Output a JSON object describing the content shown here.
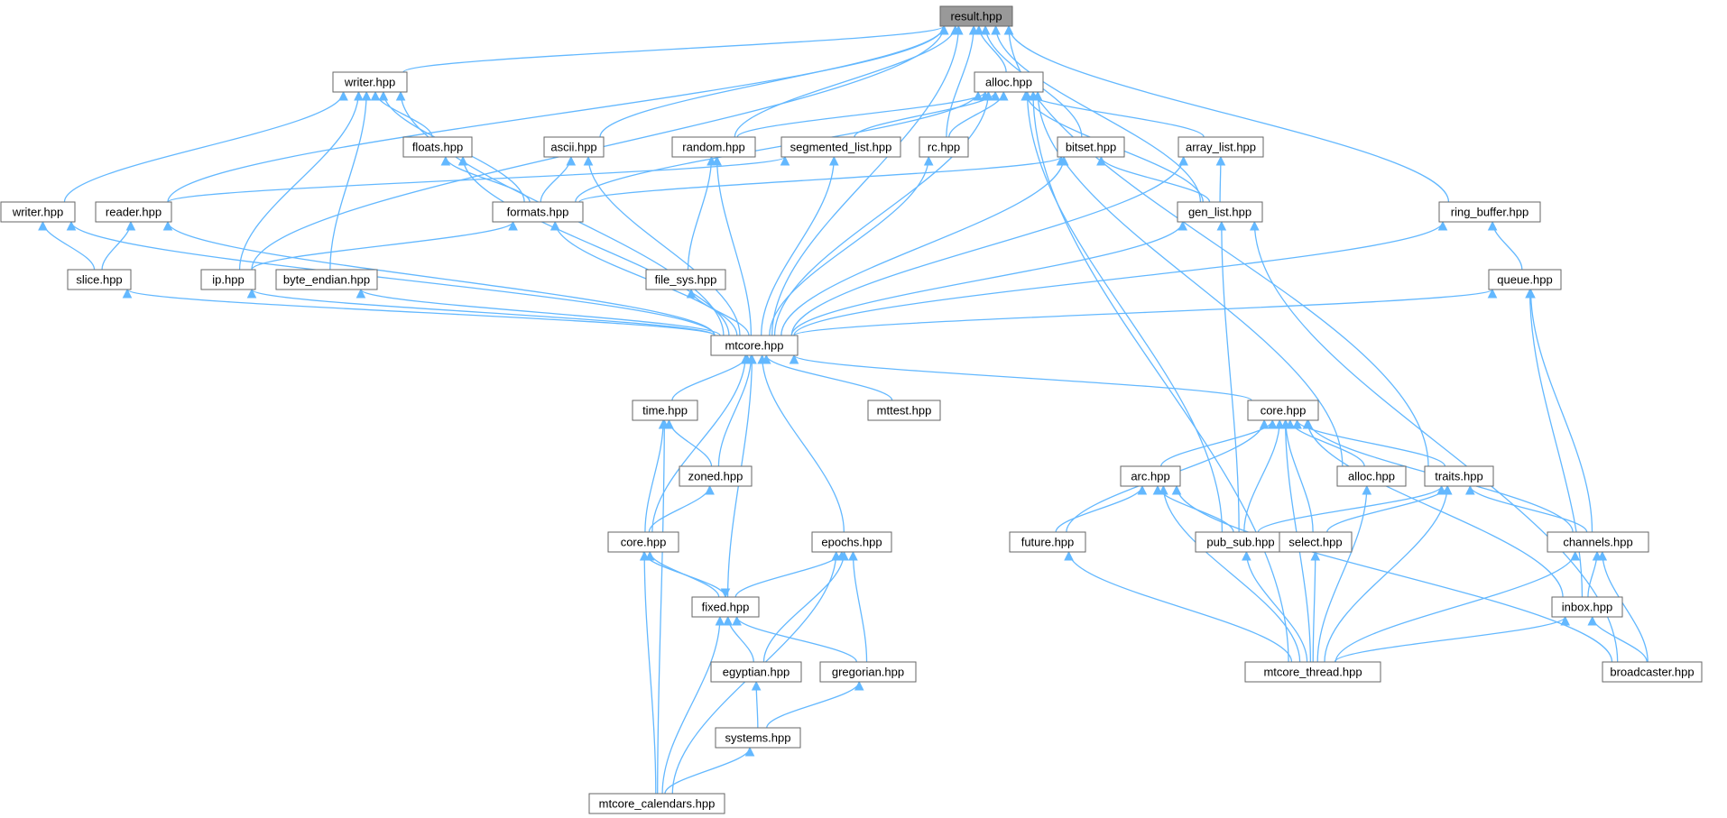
{
  "diagram": {
    "type": "include-dependency-graph",
    "nodes": [
      {
        "id": "result",
        "label": "result.hpp",
        "root": true
      },
      {
        "id": "writer_a",
        "label": "writer.hpp"
      },
      {
        "id": "alloc_a",
        "label": "alloc.hpp"
      },
      {
        "id": "floats",
        "label": "floats.hpp"
      },
      {
        "id": "ascii",
        "label": "ascii.hpp"
      },
      {
        "id": "random",
        "label": "random.hpp"
      },
      {
        "id": "segmented_list",
        "label": "segmented_list.hpp"
      },
      {
        "id": "rc",
        "label": "rc.hpp"
      },
      {
        "id": "bitset",
        "label": "bitset.hpp"
      },
      {
        "id": "array_list",
        "label": "array_list.hpp"
      },
      {
        "id": "writer_b",
        "label": "writer.hpp"
      },
      {
        "id": "reader",
        "label": "reader.hpp"
      },
      {
        "id": "formats",
        "label": "formats.hpp"
      },
      {
        "id": "gen_list",
        "label": "gen_list.hpp"
      },
      {
        "id": "ring_buffer",
        "label": "ring_buffer.hpp"
      },
      {
        "id": "slice",
        "label": "slice.hpp"
      },
      {
        "id": "ip",
        "label": "ip.hpp"
      },
      {
        "id": "byte_endian",
        "label": "byte_endian.hpp"
      },
      {
        "id": "file_sys",
        "label": "file_sys.hpp"
      },
      {
        "id": "queue",
        "label": "queue.hpp"
      },
      {
        "id": "mtcore",
        "label": "mtcore.hpp"
      },
      {
        "id": "time",
        "label": "time.hpp"
      },
      {
        "id": "mttest",
        "label": "mttest.hpp"
      },
      {
        "id": "core_b",
        "label": "core.hpp"
      },
      {
        "id": "zoned",
        "label": "zoned.hpp"
      },
      {
        "id": "arc",
        "label": "arc.hpp"
      },
      {
        "id": "alloc_b",
        "label": "alloc.hpp"
      },
      {
        "id": "traits",
        "label": "traits.hpp"
      },
      {
        "id": "core_a",
        "label": "core.hpp"
      },
      {
        "id": "epochs",
        "label": "epochs.hpp"
      },
      {
        "id": "future",
        "label": "future.hpp"
      },
      {
        "id": "pub_sub",
        "label": "pub_sub.hpp"
      },
      {
        "id": "select",
        "label": "select.hpp"
      },
      {
        "id": "channels",
        "label": "channels.hpp"
      },
      {
        "id": "fixed",
        "label": "fixed.hpp"
      },
      {
        "id": "inbox",
        "label": "inbox.hpp"
      },
      {
        "id": "egyptian",
        "label": "egyptian.hpp"
      },
      {
        "id": "gregorian",
        "label": "gregorian.hpp"
      },
      {
        "id": "mtcore_thread",
        "label": "mtcore_thread.hpp"
      },
      {
        "id": "broadcaster",
        "label": "broadcaster.hpp"
      },
      {
        "id": "systems",
        "label": "systems.hpp"
      },
      {
        "id": "mtcore_calendars",
        "label": "mtcore_calendars.hpp"
      }
    ],
    "edges": [
      [
        "writer_a",
        "result"
      ],
      [
        "alloc_a",
        "result"
      ],
      [
        "ascii",
        "result"
      ],
      [
        "random",
        "result"
      ],
      [
        "rc",
        "result"
      ],
      [
        "bitset",
        "result"
      ],
      [
        "reader",
        "result"
      ],
      [
        "ip",
        "result"
      ],
      [
        "gen_list",
        "result"
      ],
      [
        "ring_buffer",
        "result"
      ],
      [
        "traits",
        "result"
      ],
      [
        "mtcore",
        "result"
      ],
      [
        "writer_b",
        "writer_a"
      ],
      [
        "floats",
        "writer_a"
      ],
      [
        "formats",
        "writer_a"
      ],
      [
        "ip",
        "writer_a"
      ],
      [
        "byte_endian",
        "writer_a"
      ],
      [
        "mtcore",
        "writer_a"
      ],
      [
        "random",
        "alloc_a"
      ],
      [
        "segmented_list",
        "alloc_a"
      ],
      [
        "rc",
        "alloc_a"
      ],
      [
        "array_list",
        "alloc_a"
      ],
      [
        "formats",
        "alloc_a"
      ],
      [
        "gen_list",
        "alloc_a"
      ],
      [
        "alloc_b",
        "alloc_a"
      ],
      [
        "pub_sub",
        "alloc_a"
      ],
      [
        "mtcore",
        "alloc_a"
      ],
      [
        "mtcore_thread",
        "alloc_a"
      ],
      [
        "formats",
        "floats"
      ],
      [
        "mtcore",
        "floats"
      ],
      [
        "formats",
        "ascii"
      ],
      [
        "mtcore",
        "ascii"
      ],
      [
        "file_sys",
        "random"
      ],
      [
        "mtcore",
        "random"
      ],
      [
        "reader",
        "segmented_list"
      ],
      [
        "mtcore",
        "segmented_list"
      ],
      [
        "mtcore",
        "rc"
      ],
      [
        "formats",
        "bitset"
      ],
      [
        "gen_list",
        "bitset"
      ],
      [
        "mtcore",
        "bitset"
      ],
      [
        "gen_list",
        "array_list"
      ],
      [
        "mtcore",
        "array_list"
      ],
      [
        "slice",
        "writer_b"
      ],
      [
        "mtcore",
        "writer_b"
      ],
      [
        "slice",
        "reader"
      ],
      [
        "mtcore",
        "reader"
      ],
      [
        "ip",
        "formats"
      ],
      [
        "mtcore",
        "formats"
      ],
      [
        "mtcore",
        "gen_list"
      ],
      [
        "pub_sub",
        "gen_list"
      ],
      [
        "broadcaster",
        "gen_list"
      ],
      [
        "queue",
        "ring_buffer"
      ],
      [
        "mtcore",
        "ring_buffer"
      ],
      [
        "mtcore",
        "slice"
      ],
      [
        "mtcore",
        "ip"
      ],
      [
        "mtcore",
        "byte_endian"
      ],
      [
        "mtcore",
        "file_sys"
      ],
      [
        "mtcore",
        "queue"
      ],
      [
        "channels",
        "queue"
      ],
      [
        "inbox",
        "queue"
      ],
      [
        "time",
        "mtcore"
      ],
      [
        "mttest",
        "mtcore"
      ],
      [
        "core_b",
        "mtcore"
      ],
      [
        "zoned",
        "mtcore"
      ],
      [
        "core_a",
        "mtcore"
      ],
      [
        "epochs",
        "mtcore"
      ],
      [
        "fixed",
        "mtcore"
      ],
      [
        "zoned",
        "time"
      ],
      [
        "core_a",
        "time"
      ],
      [
        "mtcore_calendars",
        "time"
      ],
      [
        "arc",
        "core_b"
      ],
      [
        "alloc_b",
        "core_b"
      ],
      [
        "traits",
        "core_b"
      ],
      [
        "future",
        "core_b"
      ],
      [
        "pub_sub",
        "core_b"
      ],
      [
        "select",
        "core_b"
      ],
      [
        "channels",
        "core_b"
      ],
      [
        "inbox",
        "core_b"
      ],
      [
        "mtcore_thread",
        "core_b"
      ],
      [
        "core_a",
        "zoned"
      ],
      [
        "future",
        "arc"
      ],
      [
        "pub_sub",
        "arc"
      ],
      [
        "mtcore_thread",
        "arc"
      ],
      [
        "broadcaster",
        "arc"
      ],
      [
        "mtcore_thread",
        "alloc_b"
      ],
      [
        "pub_sub",
        "traits"
      ],
      [
        "select",
        "traits"
      ],
      [
        "channels",
        "traits"
      ],
      [
        "mtcore_thread",
        "traits"
      ],
      [
        "fixed",
        "core_a"
      ],
      [
        "mtcore_calendars",
        "core_a"
      ],
      [
        "fixed",
        "epochs"
      ],
      [
        "egyptian",
        "epochs"
      ],
      [
        "gregorian",
        "epochs"
      ],
      [
        "mtcore_calendars",
        "epochs"
      ],
      [
        "mtcore_thread",
        "future"
      ],
      [
        "mtcore_thread",
        "pub_sub"
      ],
      [
        "mtcore_thread",
        "select"
      ],
      [
        "inbox",
        "channels"
      ],
      [
        "mtcore_thread",
        "channels"
      ],
      [
        "broadcaster",
        "channels"
      ],
      [
        "core_a",
        "fixed"
      ],
      [
        "egyptian",
        "fixed"
      ],
      [
        "gregorian",
        "fixed"
      ],
      [
        "mtcore_calendars",
        "fixed"
      ],
      [
        "mtcore_thread",
        "inbox"
      ],
      [
        "broadcaster",
        "inbox"
      ],
      [
        "systems",
        "egyptian"
      ],
      [
        "systems",
        "gregorian"
      ],
      [
        "mtcore_calendars",
        "systems"
      ]
    ]
  }
}
